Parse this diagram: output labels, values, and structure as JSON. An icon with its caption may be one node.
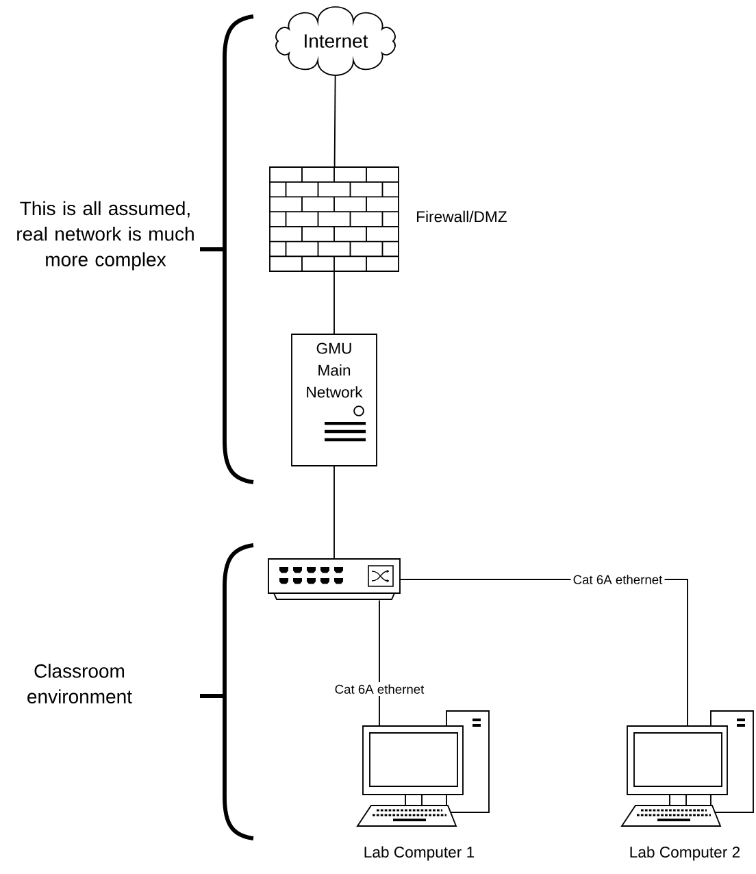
{
  "diagram": {
    "nodes": [
      {
        "text": [
          "Internet"
        ]
      },
      {
        "text": [],
        "shape": "picture",
        "beside": [
          "Firewall/DMZ"
        ]
      },
      {
        "text": [
          "GMU Main Network"
        ]
      },
      {
        "text": [],
        "shape": "picture"
      },
      {
        "text": [],
        "shape": "picture",
        "beside": [
          "Lab Computer 1"
        ]
      },
      {
        "text": [],
        "shape": "picture",
        "beside": [
          "Lab Computer 2"
        ]
      }
    ],
    "edges": [
      {
        "from": 0,
        "to": 1,
        "arrow": "none"
      },
      {
        "from": 1,
        "to": 2,
        "arrow": "none"
      },
      {
        "from": 2,
        "to": 3,
        "arrow": "none"
      },
      {
        "from": 3,
        "to": 4,
        "arrow": "none",
        "label": "Cat 6A ethernet"
      },
      {
        "from": 3,
        "to": 5,
        "arrow": "none",
        "label": "Cat 6A ethernet"
      }
    ],
    "labels": [
      "This is all assumed, real network is much more complex",
      "Classroom environment"
    ]
  }
}
